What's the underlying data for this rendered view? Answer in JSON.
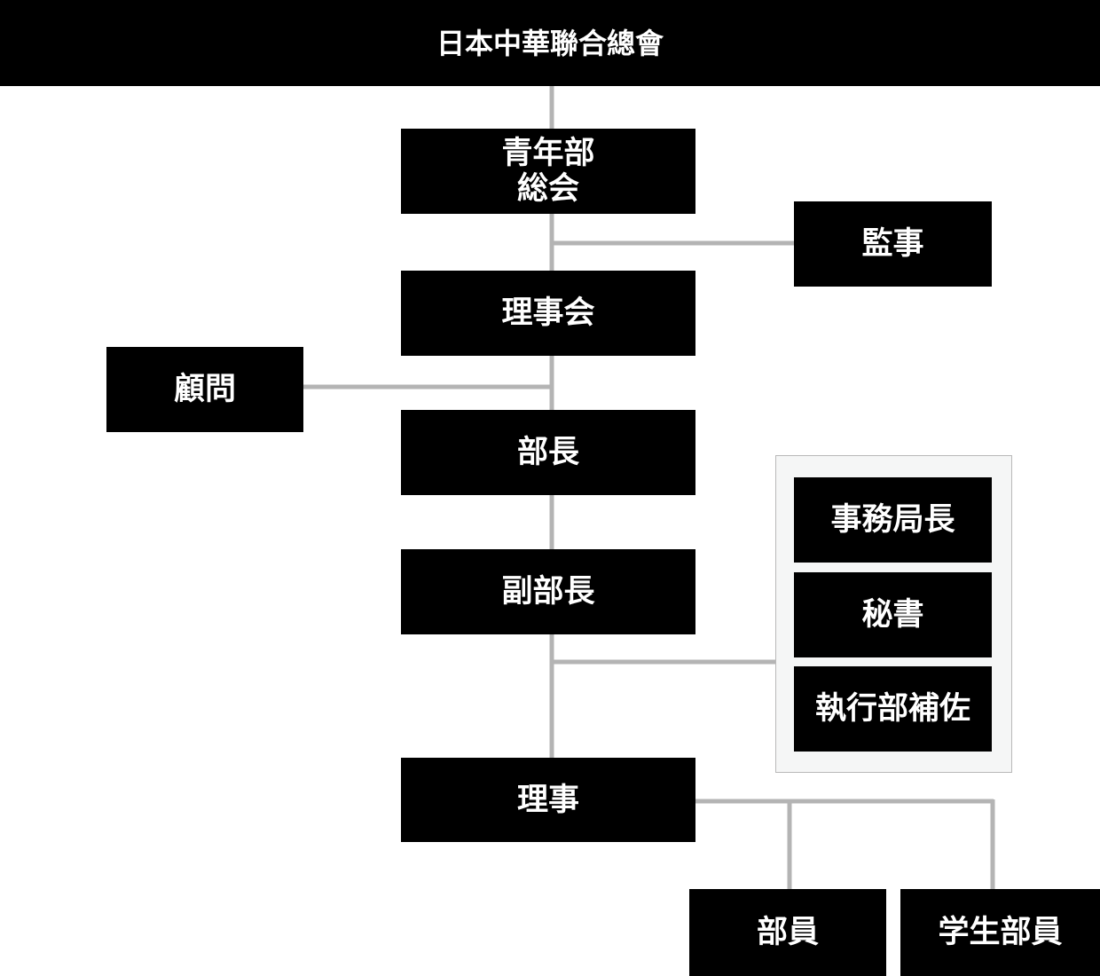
{
  "diagram": {
    "root": {
      "label": "日本中華聯合總會"
    },
    "general_assembly": {
      "lines": [
        "青年部",
        "総会"
      ]
    },
    "auditor": {
      "label": "監事"
    },
    "board": {
      "label": "理事会"
    },
    "advisor": {
      "label": "顧問"
    },
    "director": {
      "label": "部長"
    },
    "vice_director": {
      "label": "副部長"
    },
    "staff_group": {
      "items": [
        {
          "label": "事務局長"
        },
        {
          "label": "秘書"
        },
        {
          "label": "執行部補佐"
        }
      ]
    },
    "board_member": {
      "label": "理事"
    },
    "member": {
      "label": "部員"
    },
    "student_member": {
      "label": "学生部員"
    }
  },
  "colors": {
    "node_background": "#000000",
    "node_text": "#ffffff",
    "connector": "#b4b4b4",
    "group_panel_background": "#f5f6f6",
    "group_panel_border": "#b9b9b9"
  }
}
